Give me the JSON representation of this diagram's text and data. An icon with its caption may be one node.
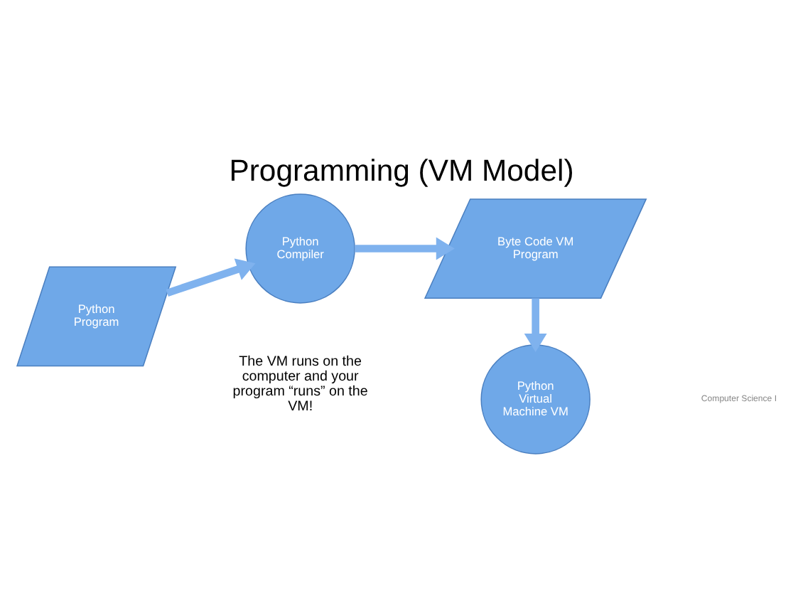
{
  "diagram": {
    "title": "Programming (VM Model)",
    "nodes": [
      {
        "text": [
          "Python Program"
        ]
      },
      {
        "text": [
          "Python Compiler"
        ]
      },
      {
        "text": [
          "Byte Code VM Program"
        ]
      },
      {
        "text": [
          "Python Virtual Machine VM"
        ]
      }
    ],
    "edges": [
      {
        "from": 0,
        "to": 1,
        "arrow": "to"
      },
      {
        "from": 1,
        "to": 2,
        "arrow": "to"
      },
      {
        "from": 2,
        "to": 3,
        "arrow": "to"
      }
    ],
    "labels": [
      "The VM runs on the computer and your program “runs” on the VM!",
      "Computer Science I"
    ]
  }
}
